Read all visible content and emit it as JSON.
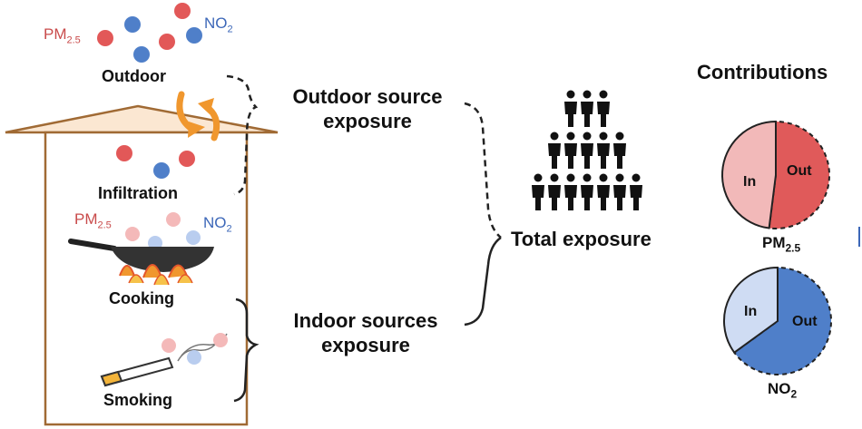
{
  "outdoor": {
    "label": "Outdoor",
    "pm_prefix": "PM",
    "pm_sub": "2.5",
    "no_prefix": "NO",
    "no_sub": "2"
  },
  "indoor_source_labels": {
    "infiltration": "Infiltration",
    "cooking": "Cooking",
    "smoking": "Smoking",
    "pm_prefix": "PM",
    "pm_sub": "2.5",
    "no_prefix": "NO",
    "no_sub": "2"
  },
  "exposure": {
    "outdoor_line1": "Outdoor source",
    "outdoor_line2": "exposure",
    "indoor_line1": "Indoor sources",
    "indoor_line2": "exposure",
    "total": "Total exposure"
  },
  "contributions": {
    "title": "Contributions",
    "pies": [
      {
        "pollutant_prefix": "PM",
        "pollutant_sub": "2.5",
        "in_label": "In",
        "out_label": "Out",
        "in_fraction": 0.48,
        "in_color": "#f2b9b9",
        "out_color": "#e05a5a"
      },
      {
        "pollutant_prefix": "NO",
        "pollutant_sub": "2",
        "in_label": "In",
        "out_label": "Out",
        "in_fraction": 0.35,
        "in_color": "#cfdcf3",
        "out_color": "#4f7fc9"
      }
    ]
  },
  "colors": {
    "red_dot": "#e25858",
    "blue_dot": "#4f7fc9",
    "house": "#a06a34",
    "arrow": "#f0972e"
  }
}
